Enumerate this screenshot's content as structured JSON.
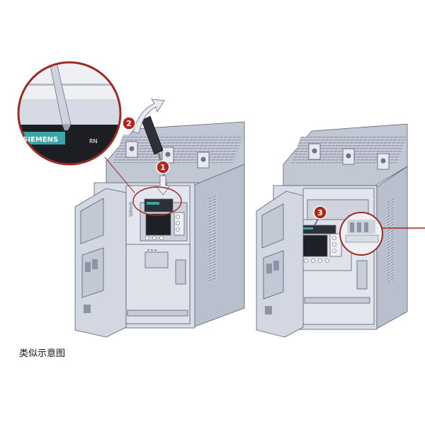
{
  "figure": {
    "caption": "类似示意图",
    "brand_text": "SIEMENS",
    "led_label": "RN",
    "product_label": "SIRIUS",
    "steps": [
      "1",
      "2",
      "3"
    ]
  },
  "colors": {
    "device_body": "#d9dde8",
    "device_shade": "#b7bdcc",
    "device_dark": "#9aa1b3",
    "outline": "#5a6070",
    "callout_ring": "#9c2b22",
    "badge_red": "#b3261e",
    "brand_teal": "#3aa6a6",
    "display_dark": "#1e2026"
  }
}
